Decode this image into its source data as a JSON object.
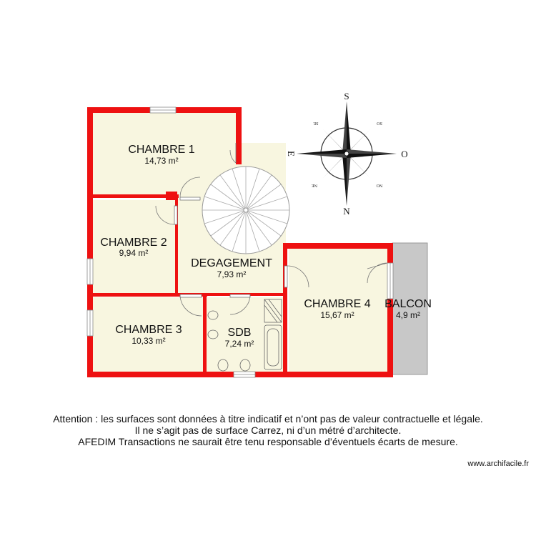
{
  "rooms": [
    {
      "id": "chambre1",
      "name": "CHAMBRE 1",
      "area": "14,73 m²"
    },
    {
      "id": "chambre2",
      "name": "CHAMBRE 2",
      "area": "9,94 m²"
    },
    {
      "id": "chambre3",
      "name": "CHAMBRE 3",
      "area": "10,33 m²"
    },
    {
      "id": "degagement",
      "name": "DEGAGEMENT",
      "area": "7,93 m²"
    },
    {
      "id": "sdb",
      "name": "SDB",
      "area": "7,24 m²"
    },
    {
      "id": "chambre4",
      "name": "CHAMBRE 4",
      "area": "15,67 m²"
    },
    {
      "id": "balcon",
      "name": "BALCON",
      "area": "4,9 m²"
    }
  ],
  "compass": {
    "top": "S",
    "bottom": "N",
    "left": "E",
    "right": "O",
    "upper_left": "SE",
    "upper_right": "SO",
    "lower_left": "NE",
    "lower_right": "NO"
  },
  "colors": {
    "walls": "#ee1111",
    "room_fill": "#f8f6e0",
    "balcony_fill": "#c8c8c8"
  },
  "disclaimer": [
    "Attention : les surfaces sont données à titre indicatif et n’ont pas de valeur contractuelle et légale.",
    "Il ne s’agit pas de surface Carrez, ni d’un métré d’architecte.",
    "AFEDIM Transactions ne saurait être tenu responsable d’éventuels écarts de mesure."
  ],
  "website": "www.archifacile.fr"
}
